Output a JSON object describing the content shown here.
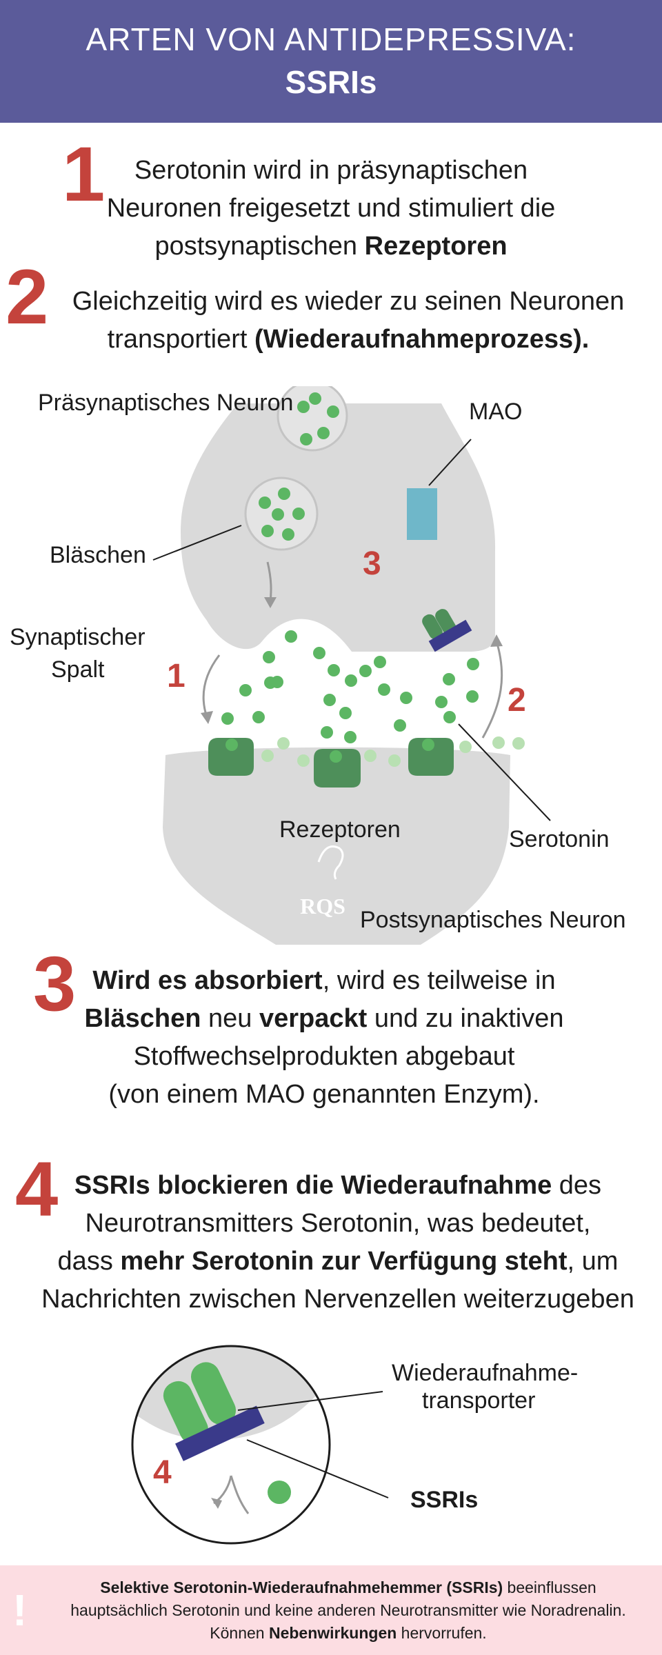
{
  "header": {
    "line1": "ARTEN VON ANTIDEPRESSIVA:",
    "line2": "SSRIs"
  },
  "steps": {
    "s1": {
      "num": "1",
      "t1": "Serotonin wird in präsynaptischen",
      "t2": "Neuronen freigesetzt und stimuliert die",
      "t3a": "postsynaptischen ",
      "t3b": "Rezeptoren"
    },
    "s2": {
      "num": "2",
      "t1": "Gleichzeitig wird es wieder zu seinen Neuronen",
      "t2a": "transportiert ",
      "t2b": "(Wiederaufnahmeprozess)."
    },
    "s3": {
      "num": "3",
      "t1a": "Wird es absorbiert",
      "t1b": ", wird es teilweise in",
      "t2a": "Bläschen",
      "t2b": " neu ",
      "t2c": "verpackt",
      "t2d": " und zu inaktiven",
      "t3": "Stoffwechselprodukten abgebaut",
      "t4": "(von einem MAO genannten Enzym)."
    },
    "s4": {
      "num": "4",
      "t1a": "SSRIs blockieren die Wiederaufnahme",
      "t1b": " des",
      "t2": "Neurotransmitters Serotonin, was bedeutet,",
      "t3a": "dass ",
      "t3b": "mehr Serotonin zur Verfügung steht",
      "t3c": ", um",
      "t4": "Nachrichten zwischen Nervenzellen weiterzugeben"
    }
  },
  "diagram": {
    "pre_neuron": "Präsynaptisches Neuron",
    "mao": "MAO",
    "vesicles": "Bläschen",
    "cleft1": "Synaptischer",
    "cleft2": "Spalt",
    "receptors": "Rezeptoren",
    "serotonin": "Serotonin",
    "post_neuron": "Postsynaptisches Neuron",
    "n1": "1",
    "n2": "2",
    "n3": "3",
    "logo": "RQS"
  },
  "zoom": {
    "transporter1": "Wiederaufnahme-",
    "transporter2": "transporter",
    "ssris": "SSRIs",
    "n4": "4"
  },
  "footer": {
    "bang": "!",
    "b1": "Selektive Serotonin-Wiederaufnahmehemmer (SSRIs)",
    "t1": " beeinflussen",
    "t2": "hauptsächlich Serotonin und keine anderen Neurotransmitter wie Noradrenalin.",
    "t3a": "Können ",
    "b2": "Nebenwirkungen",
    "t3b": " hervorrufen."
  },
  "colors": {
    "header": "#5b5b9a",
    "accent": "#c4433c",
    "neuron": "#dadada",
    "dot": "#5cb663",
    "dot_light": "#b8e0b2",
    "receptor": "#4e8f5a",
    "ssri": "#3a3a8a",
    "mao": "#6fb7c9",
    "footer": "#fcdde2"
  }
}
